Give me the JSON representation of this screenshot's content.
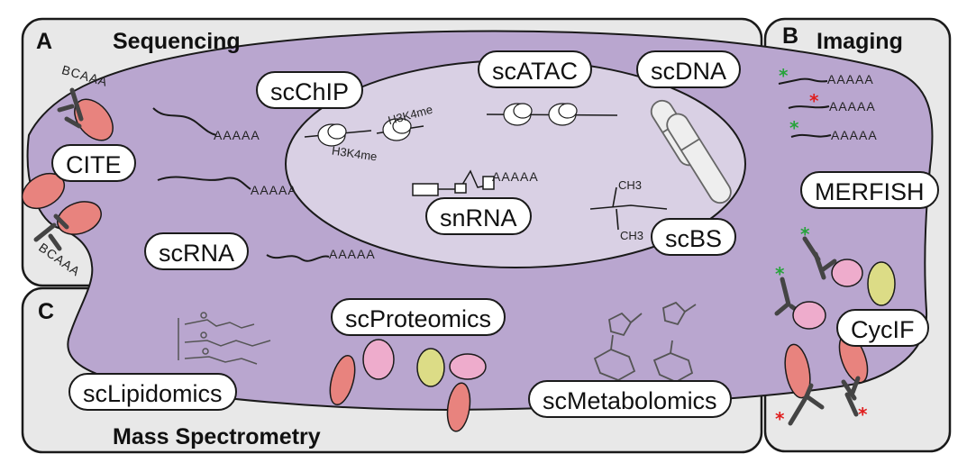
{
  "panels": {
    "a": {
      "tag": "A",
      "title": "Sequencing"
    },
    "b": {
      "tag": "B",
      "title": "Imaging"
    },
    "c": {
      "tag": "C",
      "title": "Mass Spectrometry"
    }
  },
  "methods": {
    "cite": "CITE",
    "scchip": "scChIP",
    "scatac": "scATAC",
    "scdna": "scDNA",
    "snrna": "snRNA",
    "scbs": "scBS",
    "scrna": "scRNA",
    "merfish": "MERFISH",
    "cycif": "CycIF",
    "scproteomics": "scProteomics",
    "sclipidomics": "scLipidomics",
    "scmetabolomics": "scMetabolomics"
  },
  "annotations": {
    "barcode": "BCAAA",
    "polya": "AAAAA",
    "histone_mark": "H3K4me",
    "methyl_group": "CH3"
  },
  "colors": {
    "cell_fill": "#b9a6cf",
    "nucleus_fill": "#d9d0e4",
    "panel_fill": "#e8e8e8",
    "membrane_protein": "#e8837e",
    "pink_protein": "#eeaccc",
    "yellow_protein": "#dcdc86",
    "star_green": "#27a33b",
    "star_red": "#e01e1e"
  },
  "icons": [
    "antibody-icon",
    "nucleosome-icon",
    "chromosome-icon",
    "lipid-icon",
    "metabolite-icon",
    "star-icon"
  ]
}
